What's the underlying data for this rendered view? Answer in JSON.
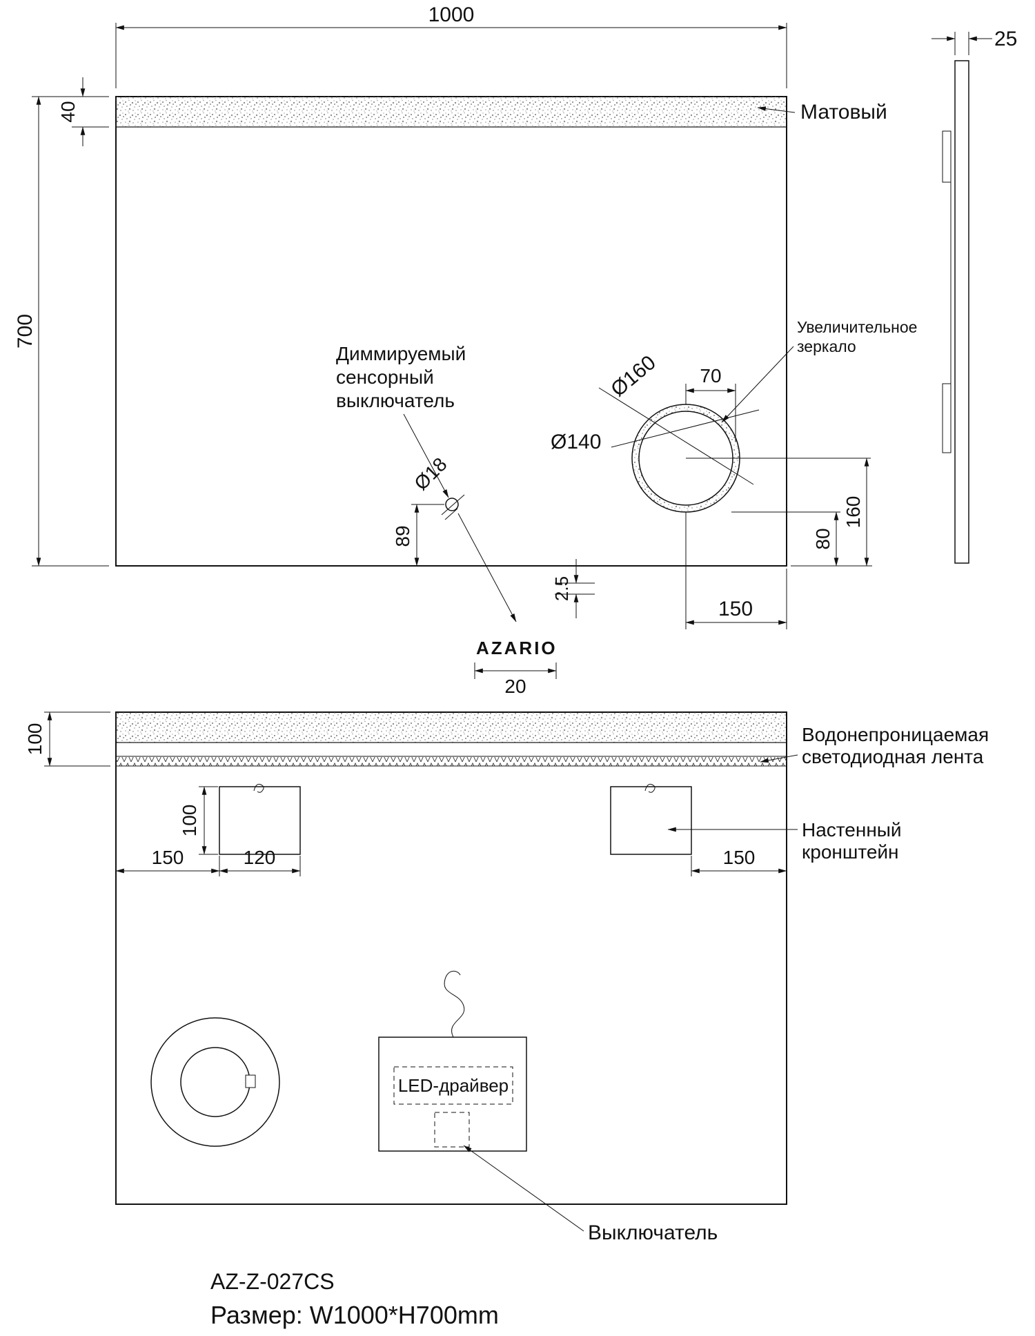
{
  "drawing": {
    "front": {
      "dim_width": "1000",
      "dim_height": "700",
      "dim_frost": "40",
      "dim_thickness": "25",
      "frost_label": "Матовый",
      "magnifier_label_1": "Увеличительное",
      "magnifier_label_2": "зеркало",
      "dia_outer": "Ø160",
      "dia_inner": "Ø140",
      "dim_70": "70",
      "dim_160": "160",
      "dim_80": "80",
      "dim_150": "150",
      "switch_label_1": "Диммируемый",
      "switch_label_2": "сенсорный",
      "switch_label_3": "выключатель",
      "dia_switch": "Ø18",
      "dim_89": "89",
      "dim_2_5": "2.5",
      "dim_20": "20",
      "logo": "AZARIO"
    },
    "back": {
      "dim_100_top": "100",
      "led_label_1": "Водонепроницаемая",
      "led_label_2": "светодиодная лента",
      "bracket_label_1": "Настенный",
      "bracket_label_2": "кронштейн",
      "dim_bracket_h": "100",
      "dim_150_left": "150",
      "dim_120": "120",
      "dim_150_right": "150",
      "driver_label": "LED-драйвер",
      "switch_label": "Выключатель"
    },
    "footer": {
      "model": "AZ-Z-027CS",
      "size": "Размер: W1000*H700mm"
    }
  }
}
